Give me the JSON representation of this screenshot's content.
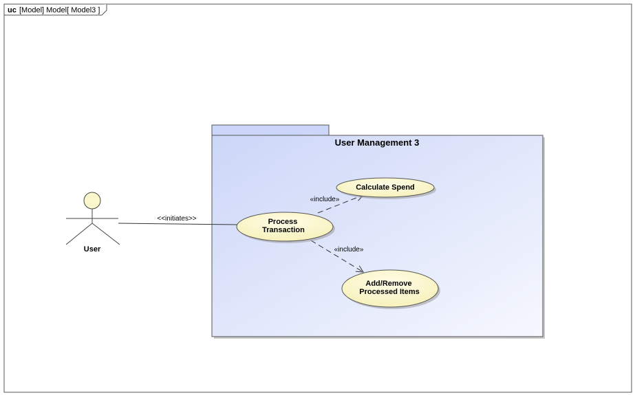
{
  "frame": {
    "kind": "uc",
    "label": "[Model] Model[ Model3 ]"
  },
  "package": {
    "name": "User Management 3"
  },
  "actor": {
    "name": "User"
  },
  "use_cases": {
    "process": [
      "Process",
      "Transaction"
    ],
    "calculate": [
      "Calculate Spend"
    ],
    "addremove": [
      "Add/Remove",
      "Processed Items"
    ]
  },
  "relations": {
    "association_label": "<<initiates>>",
    "include_calculate": "«include»",
    "include_addremove": "«include»"
  },
  "colors": {
    "package_fill_start": "#ccd6f8",
    "package_fill_end": "#f5f7fd",
    "use_case_fill": "#fbf7cd",
    "actor_fill": "#fbf7cd"
  }
}
